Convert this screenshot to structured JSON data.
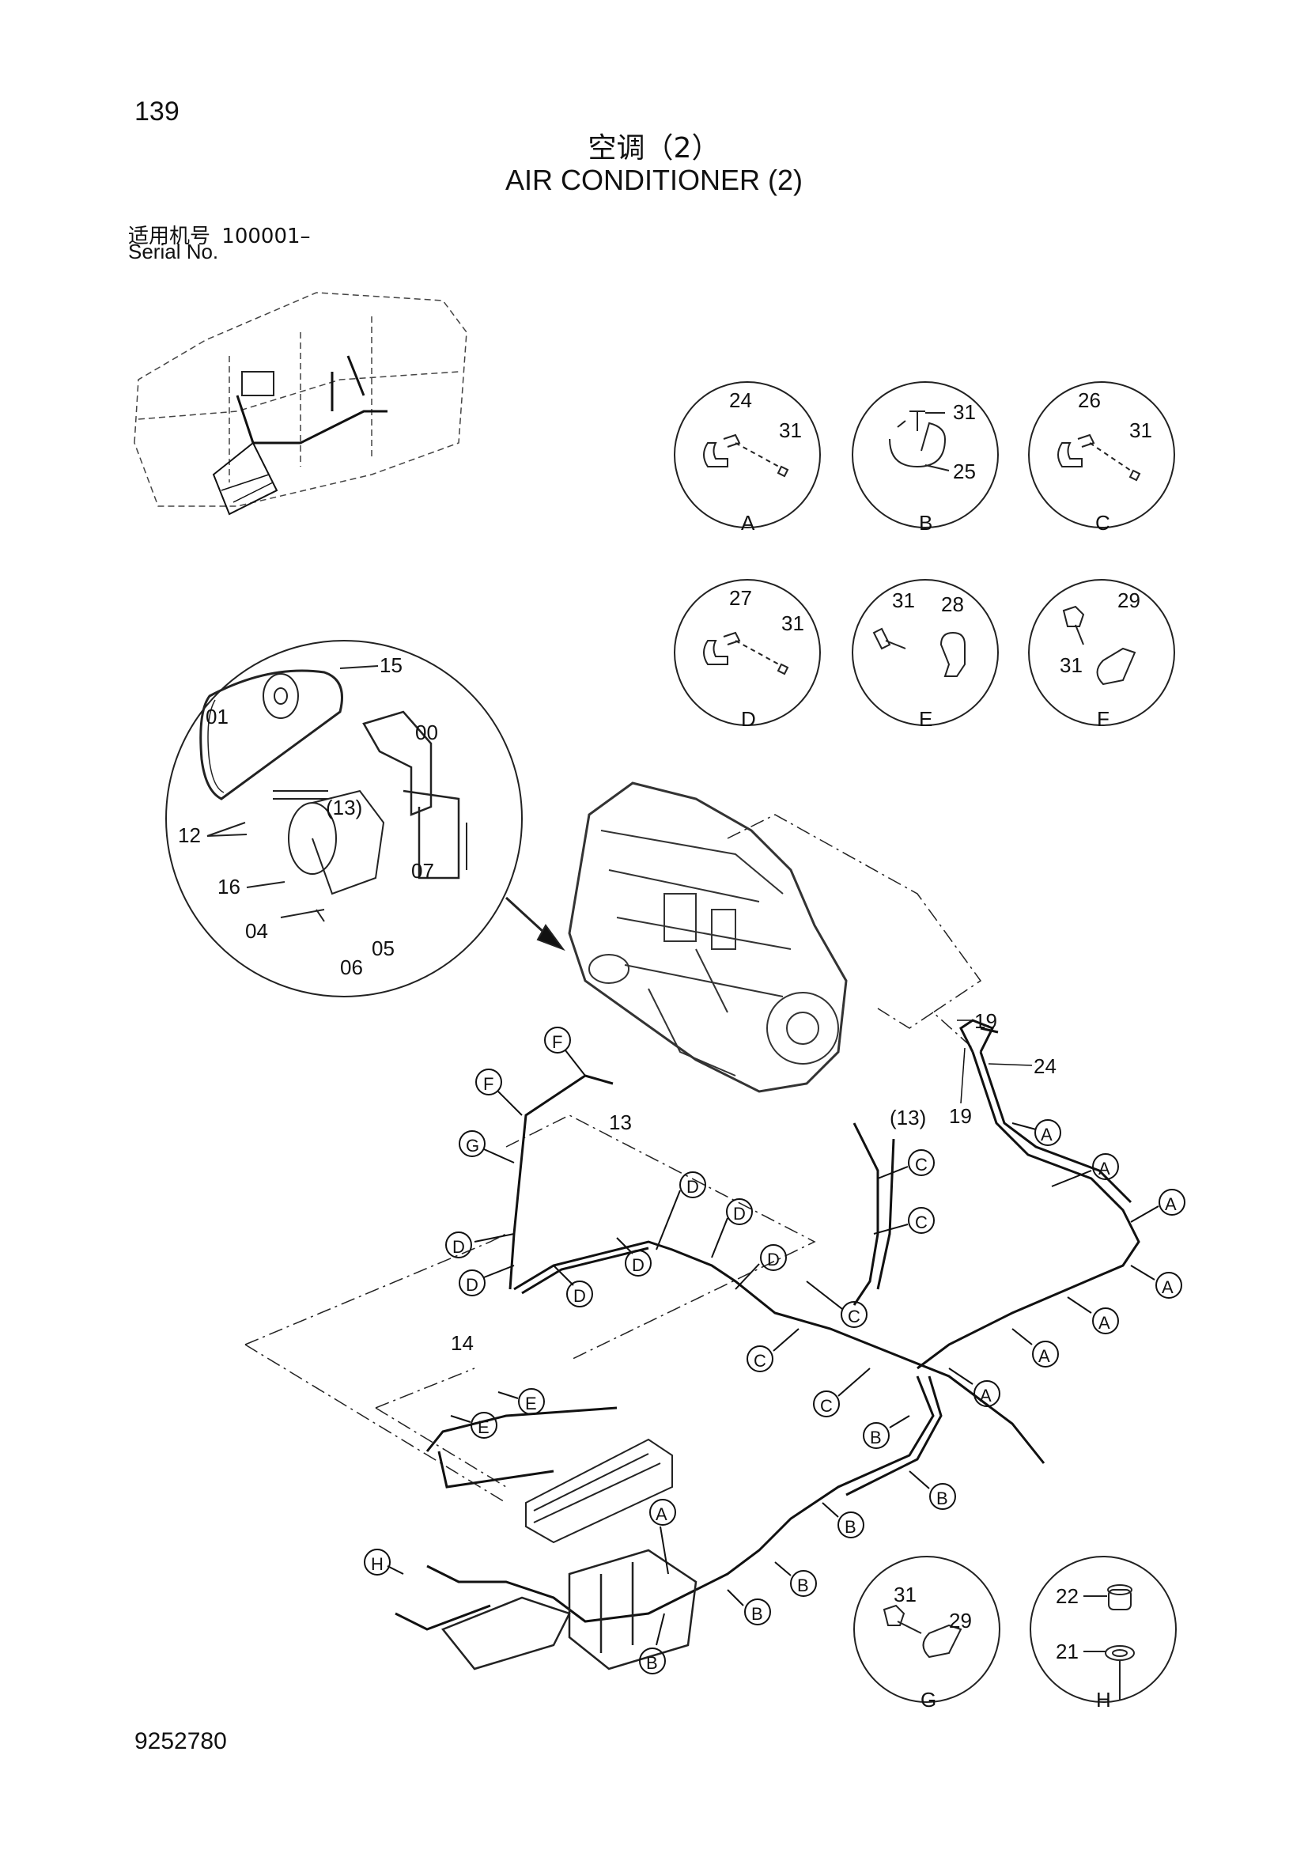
{
  "header": {
    "page_number": "139",
    "title_cn": "空调（2）",
    "title_en": "AIR CONDITIONER (2)",
    "serial_label_cn": "适用机号",
    "serial_value": "100001–",
    "serial_label_en": "Serial No."
  },
  "footer": {
    "doc_number": "9252780"
  },
  "details": [
    {
      "letter": "A",
      "parts": [
        "24",
        "31"
      ]
    },
    {
      "letter": "B",
      "parts": [
        "31",
        "25"
      ]
    },
    {
      "letter": "C",
      "parts": [
        "26",
        "31"
      ]
    },
    {
      "letter": "D",
      "parts": [
        "27",
        "31"
      ]
    },
    {
      "letter": "E",
      "parts": [
        "31",
        "28"
      ]
    },
    {
      "letter": "F",
      "parts": [
        "29",
        "31"
      ]
    },
    {
      "letter": "G",
      "parts": [
        "31",
        "29"
      ]
    },
    {
      "letter": "H",
      "parts": [
        "22",
        "21"
      ]
    }
  ],
  "compressor_detail": {
    "parts": [
      "15",
      "01",
      "00",
      "(13)",
      "12",
      "16",
      "07",
      "04",
      "05",
      "06"
    ]
  },
  "main_labels": [
    "19",
    "24",
    "19",
    "(13)",
    "13",
    "14"
  ],
  "callouts": [
    "A",
    "B",
    "C",
    "D",
    "E",
    "F",
    "G",
    "H"
  ]
}
